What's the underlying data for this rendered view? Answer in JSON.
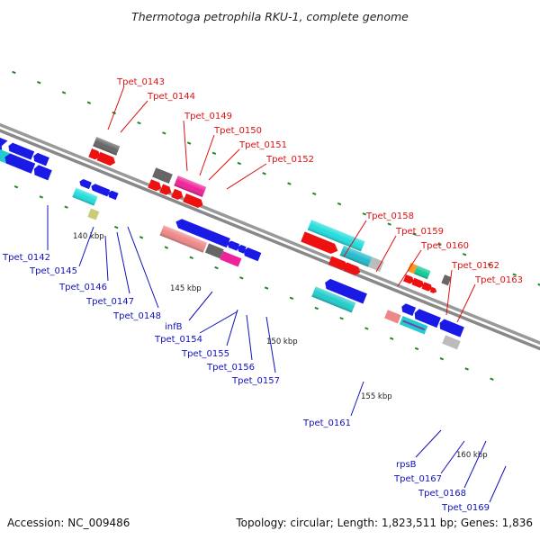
{
  "title": "Thermotoga petrophila RKU-1, complete genome",
  "footer": {
    "accession": "Accession: NC_009486",
    "summary": "Topology: circular; Length: 1,823,511 bp; Genes: 1,836"
  },
  "ticks": [
    "140 kbp",
    "145 kbp",
    "150 kbp",
    "155 kbp",
    "160 kbp"
  ],
  "labels_top": [
    "Tpet_0143",
    "Tpet_0144",
    "Tpet_0149",
    "Tpet_0150",
    "Tpet_0151",
    "Tpet_0152",
    "Tpet_0158",
    "Tpet_0159",
    "Tpet_0160",
    "Tpet_0162",
    "Tpet_0163"
  ],
  "labels_bottom": [
    "Tpet_0142",
    "Tpet_0145",
    "Tpet_0146",
    "Tpet_0147",
    "Tpet_0148",
    "infB",
    "Tpet_0154",
    "Tpet_0155",
    "Tpet_0156",
    "Tpet_0157",
    "Tpet_0161",
    "rpsB",
    "Tpet_0167",
    "Tpet_0168",
    "Tpet_0169"
  ],
  "colors": {
    "blue": "#1a1ae6",
    "red": "#ee1111",
    "gray": "#666666",
    "lightgray": "#bbbbbb",
    "cyan": "#22cccc",
    "teal": "#11bb99",
    "salmon": "#ee8888",
    "magenta": "#ee2299",
    "khaki": "#cccc77",
    "orange": "#ff9922",
    "tick_green": "#228822",
    "top_label": "#dd1111",
    "bottom_label": "#1111bb"
  }
}
